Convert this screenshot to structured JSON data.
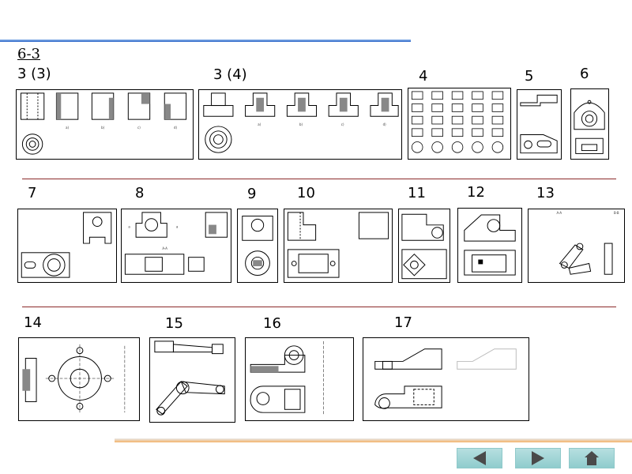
{
  "header": {
    "title": "6-3"
  },
  "row1_labels": [
    "3 (3)",
    "3 (4)",
    "4",
    "5",
    "6"
  ],
  "row2_labels": [
    "7",
    "8",
    "9",
    "10",
    "11",
    "12",
    "13"
  ],
  "row3_labels": [
    "14",
    "15",
    "16",
    "17"
  ],
  "nav": {
    "prev_icon": "triangle-left-icon",
    "next_icon": "triangle-right-icon",
    "home_icon": "home-icon"
  },
  "colors": {
    "top_line": "#2a64c8",
    "separator": "#8b2a2a",
    "bottom_line": "#d07a2a",
    "nav_button": "#a6d8d9"
  }
}
